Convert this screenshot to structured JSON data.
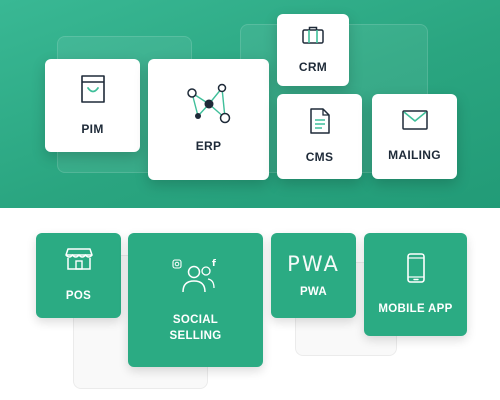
{
  "colors": {
    "band": "#2aa580",
    "card_green": "#2bab83",
    "accent": "#3fbf9a",
    "text_dark": "#1e2a38"
  },
  "top_cards": {
    "pim": {
      "label": "PIM",
      "icon": "shopping-bag-icon"
    },
    "erp": {
      "label": "ERP",
      "icon": "network-graph-icon"
    },
    "crm": {
      "label": "CRM",
      "icon": "briefcase-icon"
    },
    "cms": {
      "label": "CMS",
      "icon": "document-icon"
    },
    "mailing": {
      "label": "MAILING",
      "icon": "envelope-icon"
    }
  },
  "bottom_cards": {
    "pos": {
      "label": "POS",
      "icon": "storefront-icon"
    },
    "social": {
      "label_line1": "SOCIAL",
      "label_line2": "SELLING",
      "icon": "social-users-icon"
    },
    "pwa": {
      "label": "PWA",
      "logo_text": "PWA",
      "icon": "pwa-logo"
    },
    "mobile": {
      "label": "MOBILE APP",
      "icon": "smartphone-icon"
    }
  }
}
